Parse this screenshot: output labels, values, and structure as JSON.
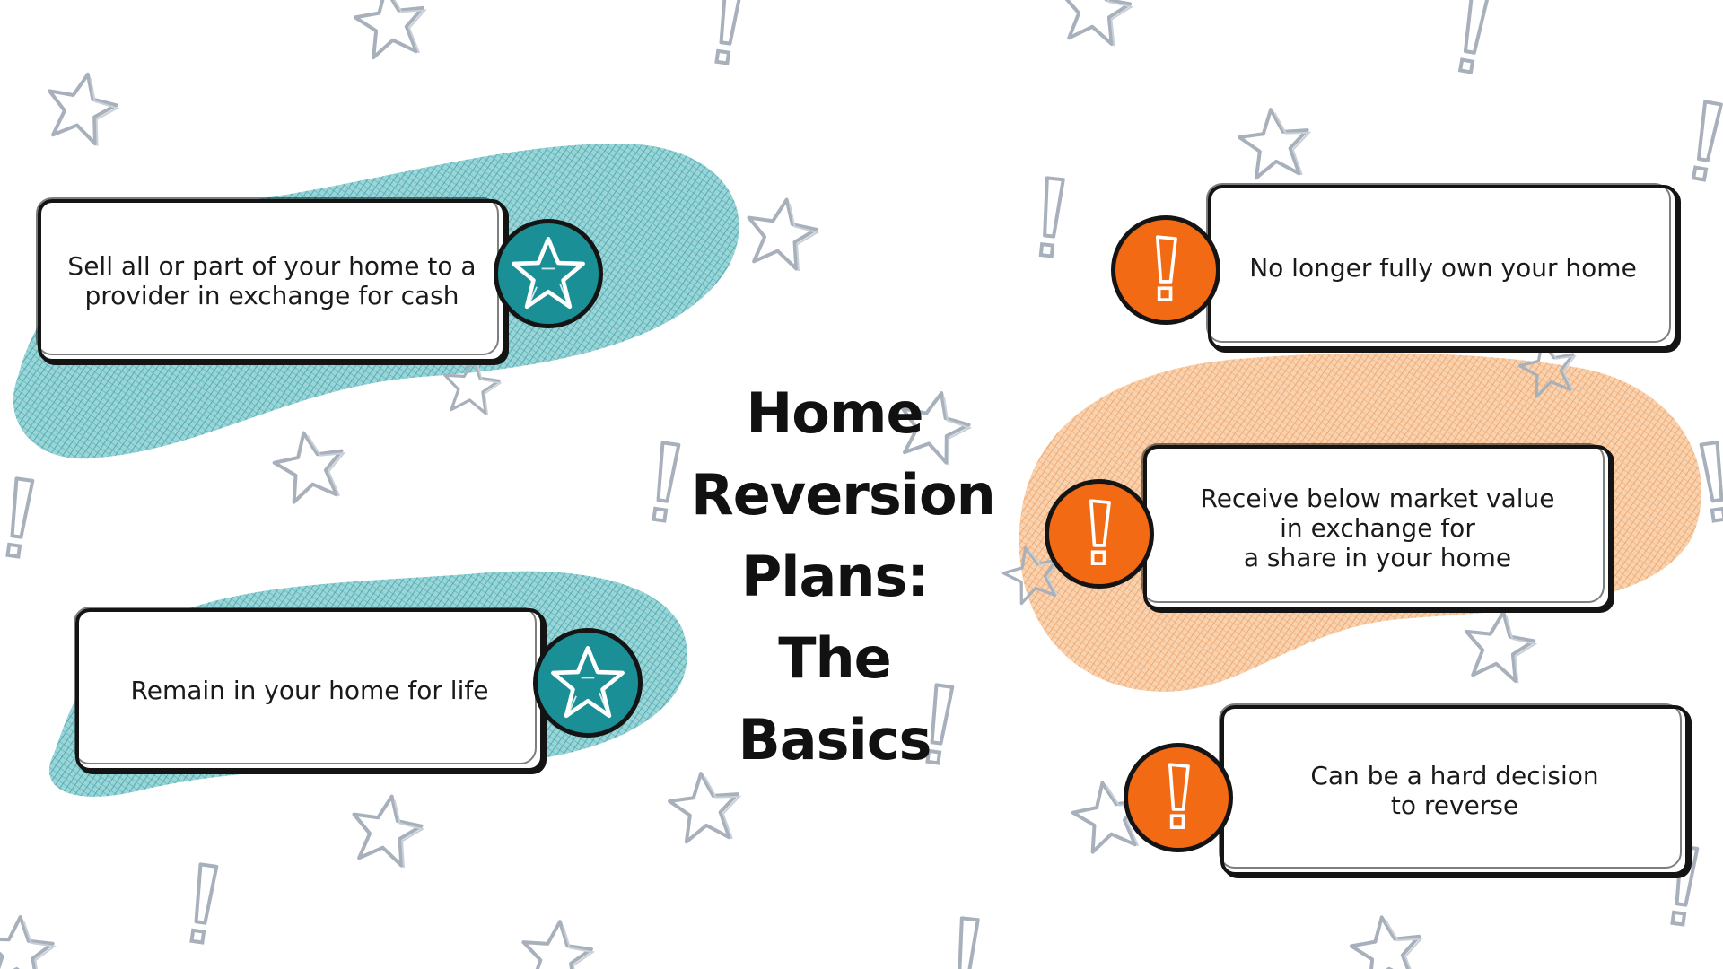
{
  "title": {
    "line1": "Home",
    "line2": "Reversion",
    "line3": "Plans:",
    "line4": "The Basics"
  },
  "pros": [
    {
      "text": "Sell all or part of your home to a\nprovider in exchange for cash",
      "icon": "star-icon"
    },
    {
      "text": "Remain in your home for life",
      "icon": "star-icon"
    }
  ],
  "cons": [
    {
      "text": "No longer fully own your home",
      "icon": "exclamation-icon"
    },
    {
      "text": "Receive below market value\nin exchange for\na share in your home",
      "icon": "exclamation-icon"
    },
    {
      "text": "Can be a hard decision\nto reverse",
      "icon": "exclamation-icon"
    }
  ],
  "colors": {
    "teal": "#1b8f96",
    "orange": "#f26a13",
    "teal_blob": "#5fb8bd",
    "orange_blob": "#f3b47e",
    "outline": "#141414"
  }
}
